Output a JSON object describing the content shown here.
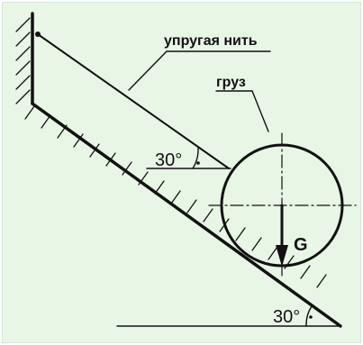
{
  "colors": {
    "background": "#e8f6e5",
    "ink": "#111111"
  },
  "labels": {
    "string": "упругая нить",
    "load": "груз",
    "angle_top": "30°",
    "angle_bottom": "30°",
    "weight": "G"
  }
}
